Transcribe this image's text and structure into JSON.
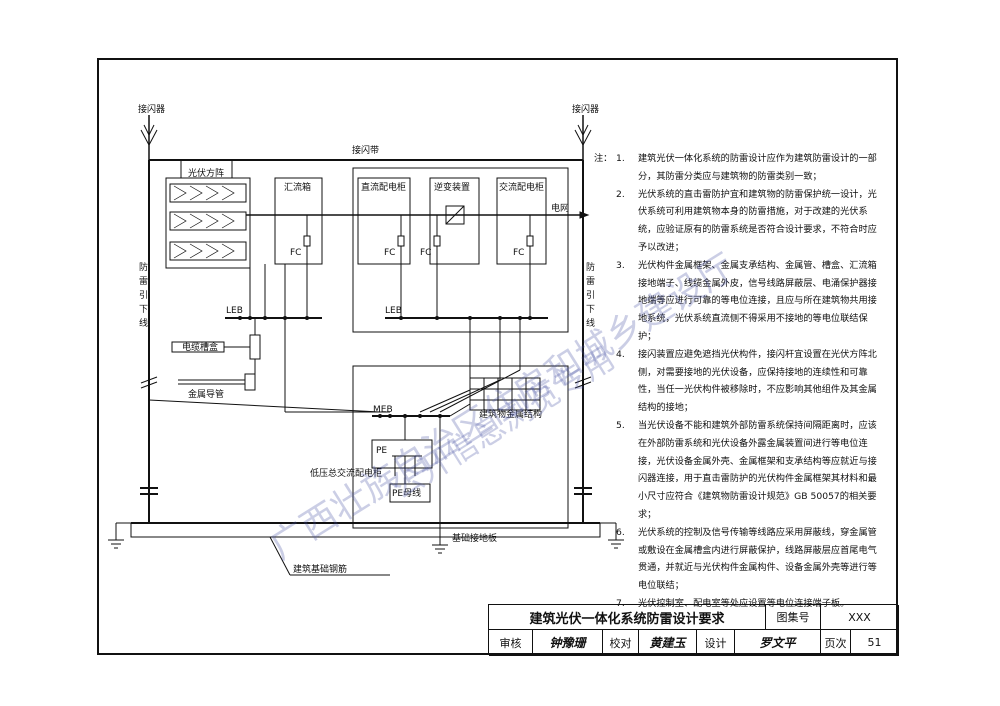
{
  "labels": {
    "air_terminal_left": "接闪器",
    "air_terminal_right": "接闪器",
    "air_termination_belt": "接闪带",
    "pv_array": "光伏方阵",
    "combiner_box": "汇流箱",
    "dc_cabinet": "直流配电柜",
    "inverter": "逆变装置",
    "ac_cabinet": "交流配电柜",
    "grid": "电网",
    "fc1": "FC",
    "fc2": "FC",
    "fc3": "FC",
    "fc4": "FC",
    "leb1": "LEB",
    "leb2": "LEB",
    "down_conductor_left": "防雷引下线",
    "down_conductor_right": "防雷引下线",
    "cable_tray": "电缆槽盒",
    "metal_conduit": "金属导管",
    "meb": "MEB",
    "pe": "PE",
    "building_metal": "建筑物金属结构",
    "lv_panel": "低压总交流配电柜",
    "pe_bus": "PE母线",
    "earthing_plate": "基础接地板",
    "foundation_rebar": "建筑基础钢筋"
  },
  "notes": {
    "heading": "注：",
    "items": [
      {
        "num": "1.",
        "text": "建筑光伏一体化系统的防雷设计应作为建筑防雷设计的一部分，其防雷分类应与建筑物的防雷类别一致；"
      },
      {
        "num": "2.",
        "text": "光伏系统的直击雷防护宜和建筑物的防雷保护统一设计，光伏系统可利用建筑物本身的防雷措施，对于改建的光伏系统，应验证原有的防雷系统是否符合设计要求，不符合时应予以改进；"
      },
      {
        "num": "3.",
        "text": "光伏构件金属框架、金属支承结构、金属管、槽盒、汇流箱接地端子、线缆金属外皮，信号线路屏蔽层、电涌保护器接地端等应进行可靠的等电位连接，且应与所在建筑物共用接地系统，光伏系统直流侧不得采用不接地的等电位联结保护；"
      },
      {
        "num": "4.",
        "text": "接闪装置应避免遮挡光伏构件，接闪杆宜设置在光伏方阵北侧，对需要接地的光伏设备，应保持接地的连续性和可靠性，当任一光伏构件被移除时，不应影响其他组件及其金属结构的接地；"
      },
      {
        "num": "5.",
        "text": "当光伏设备不能和建筑外部防雷系统保持间隔距离时，应该在外部防雷系统和光伏设备外露金属装置间进行等电位连接，光伏设备金属外壳、金属框架和支承结构等应就近与接闪器连接，用于直击雷防护的光伏构件金属框架其材料和最小尺寸应符合《建筑物防雷设计规范》GB 50057的相关要求；"
      },
      {
        "num": "6.",
        "text": "光伏系统的控制及信号传输等线路应采用屏蔽线，穿金属管或敷设在金属槽盒内进行屏蔽保护，线路屏蔽层应首尾电气贯通，并就近与光伏构件金属构件、设备金属外壳等进行等电位联结；"
      },
      {
        "num": "7.",
        "text": "光伏控制室、配电室等处应设置等电位连接端子板。"
      }
    ]
  },
  "titleblock": {
    "title": "建筑光伏一体化系统防雷设计要求",
    "atlas_label": "图集号",
    "atlas_value": "XXX",
    "review_label": "审核",
    "review_sig": "钟豫珊",
    "check_label": "校对",
    "check_sig": "黄建玉",
    "design_label": "设计",
    "design_sig": "罗文平",
    "page_label": "页次",
    "page_value": "51"
  },
  "watermark": {
    "line1": "广西壮族自治区住房和城乡建设厅",
    "line2": "公开信息浏览专用"
  }
}
